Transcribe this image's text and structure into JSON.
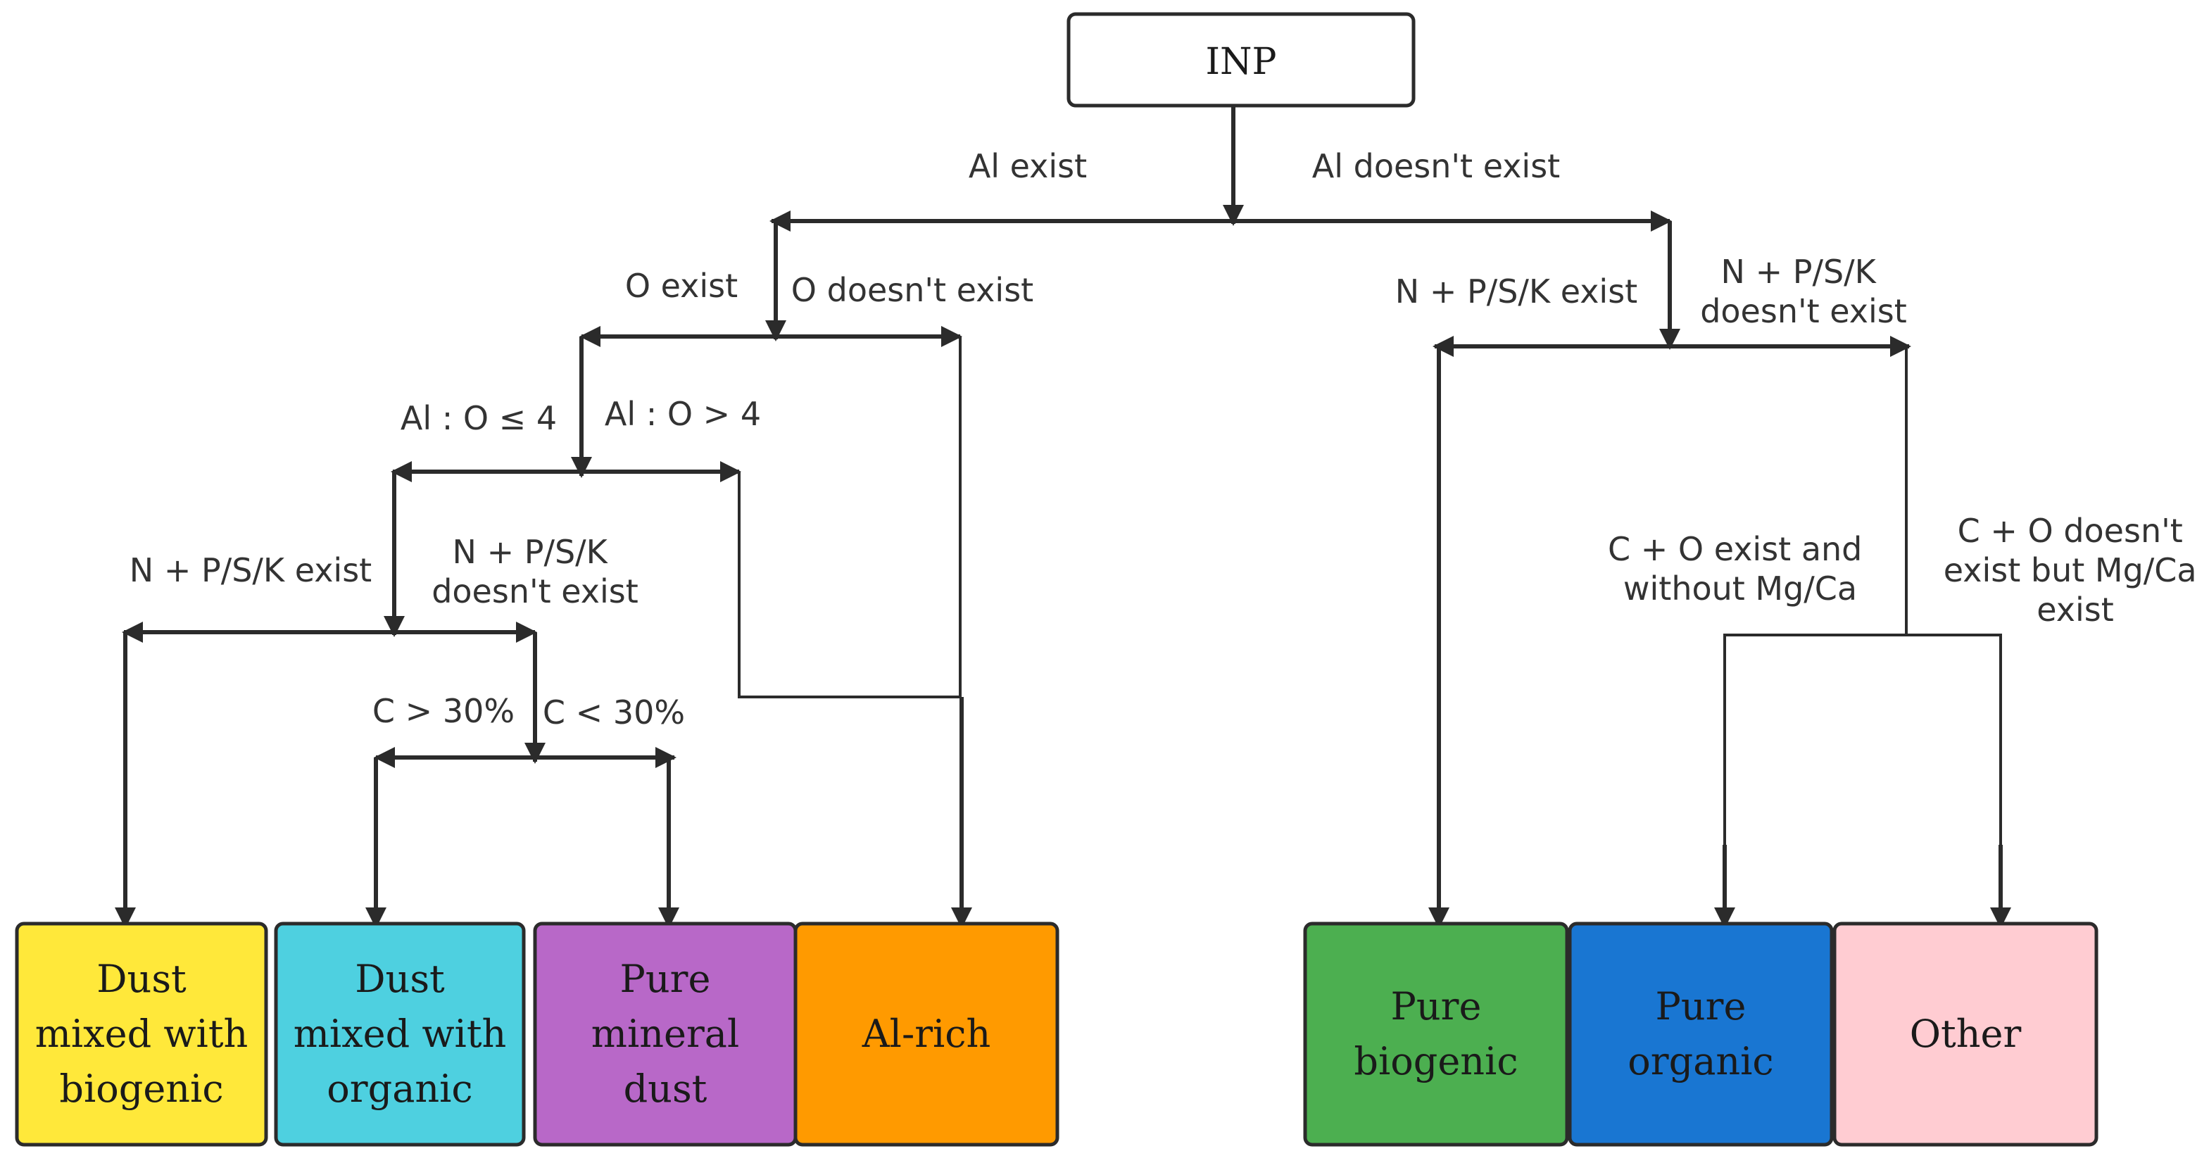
{
  "root": {
    "label": "INP"
  },
  "branch_labels": {
    "al_exist": "Al exist",
    "al_not_exist": "Al doesn't exist",
    "o_exist": "O exist",
    "o_not_exist": "O doesn't exist",
    "al_o_le4": "Al : O ≤ 4",
    "al_o_gt4": "Al : O > 4",
    "npsk_exist_left": "N + P/S/K exist",
    "npsk_not_exist_left": [
      "N + P/S/K",
      "doesn't exist"
    ],
    "c_gt30": "C > 30%",
    "c_lt30": "C < 30%",
    "npsk_exist_right": "N + P/S/K exist",
    "npsk_not_exist_right": [
      "N + P/S/K",
      "doesn't exist"
    ],
    "co_exist": [
      "C + O exist and",
      "without Mg/Ca"
    ],
    "co_not_exist": [
      "C + O doesn't",
      "exist but Mg/Ca",
      "exist"
    ]
  },
  "categories": [
    {
      "lines": [
        "Dust",
        "mixed with",
        "biogenic"
      ],
      "color": "#FFE83A"
    },
    {
      "lines": [
        "Dust",
        "mixed with",
        "organic"
      ],
      "color": "#4ED0E0"
    },
    {
      "lines": [
        "Pure",
        "mineral",
        "dust"
      ],
      "color": "#B868C8"
    },
    {
      "lines": [
        "Al-rich"
      ],
      "color": "#FF9A00"
    },
    {
      "lines": [
        "Pure",
        "biogenic"
      ],
      "color": "#4CAF50"
    },
    {
      "lines": [
        "Pure",
        "organic"
      ],
      "color": "#1976D2"
    },
    {
      "lines": [
        "Other"
      ],
      "color": "#FFCCD2"
    }
  ]
}
